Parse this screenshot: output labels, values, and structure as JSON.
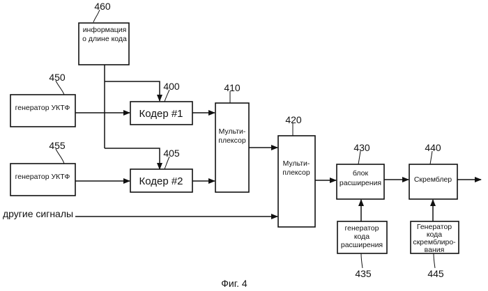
{
  "blocks": {
    "b460": {
      "number": "460",
      "lines": [
        "информация",
        "о длине кода"
      ]
    },
    "b450": {
      "number": "450",
      "lines": [
        "генератор УКТФ"
      ]
    },
    "b455": {
      "number": "455",
      "lines": [
        "генератор УКТФ"
      ]
    },
    "b400": {
      "number": "400",
      "lines": [
        "Кодер #1"
      ]
    },
    "b405": {
      "number": "405",
      "lines": [
        "Кодер #2"
      ]
    },
    "b410": {
      "number": "410",
      "lines": [
        "Мульти-",
        "плексор"
      ]
    },
    "b420": {
      "number": "420",
      "lines": [
        "Мульти-",
        "плексор"
      ]
    },
    "b430": {
      "number": "430",
      "lines": [
        "блок",
        "расширения"
      ]
    },
    "b440": {
      "number": "440",
      "lines": [
        "Скремблер"
      ]
    },
    "b435": {
      "number": "435",
      "lines": [
        "генератор",
        "кода",
        "расширения"
      ]
    },
    "b445": {
      "number": "445",
      "lines": [
        "Генератор",
        "кода",
        "скремблиро-",
        "вания"
      ]
    }
  },
  "other_signals": "другие сигналы",
  "caption": "Фиг. 4"
}
